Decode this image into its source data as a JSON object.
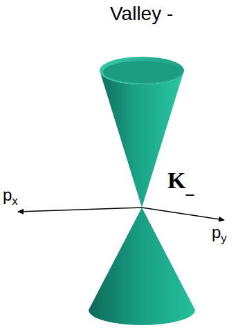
{
  "diagram": {
    "title": "Valley -",
    "labels": [
      "px",
      "py",
      "K_"
    ]
  }
}
